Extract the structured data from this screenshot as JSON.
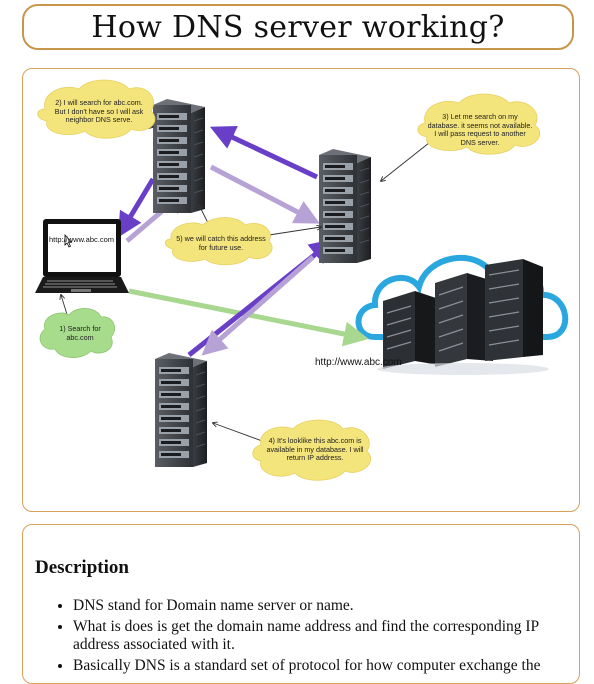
{
  "title": "How DNS server working?",
  "diagram": {
    "steps": [
      {
        "id": "step-1",
        "text": "1) Search for abc.com"
      },
      {
        "id": "step-2",
        "text": "2) I will search for abc.com. But I don't have so I will ask neighbor DNS serve."
      },
      {
        "id": "step-3",
        "text": "3) Let me search on my database. it seems not available. I will pass request to another DNS server."
      },
      {
        "id": "step-4",
        "text": "4) It's looklike this abc.com is available in my database. I will return IP address."
      },
      {
        "id": "step-5",
        "text": "5) we will catch this address for future use."
      }
    ],
    "browser_url": "http://www.abc.com",
    "server_url": "http://www.abc.com"
  },
  "description": {
    "heading": "Description",
    "items": [
      "DNS stand for Domain name server or name.",
      "What is does is get the domain name address and find the corresponding IP address associated with it.",
      "Basically DNS is a standard set of protocol for how computer exchange the"
    ]
  },
  "colors": {
    "frame": "#d8a05a",
    "bubble_yellow": "#f3e47c",
    "bubble_green": "#a7dc8c",
    "arrow_purple": "#6a3fc8",
    "arrow_lilac": "#b7a2d6",
    "arrow_green": "#a8d890",
    "cloud_blue": "#2ba7e0"
  }
}
